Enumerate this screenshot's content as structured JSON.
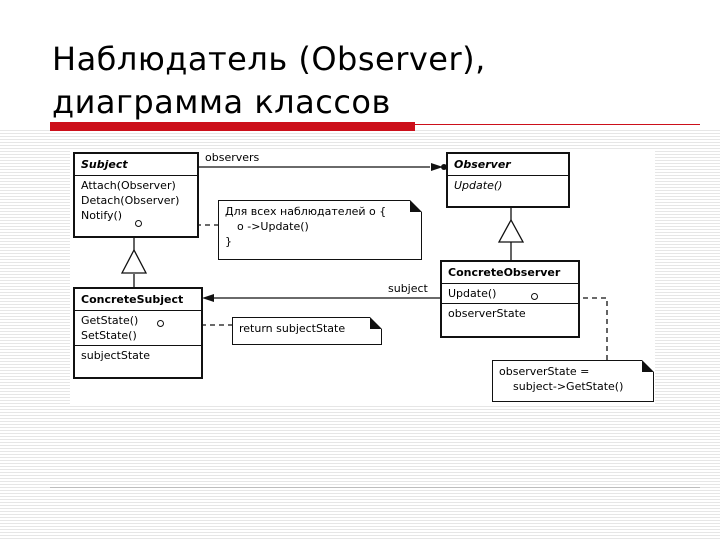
{
  "slide": {
    "title_line1": "Наблюдатель (Observer),",
    "title_line2": "диаграмма классов"
  },
  "diagram": {
    "subject": {
      "name": "Subject",
      "operations": [
        "Attach(Observer)",
        "Detach(Observer)",
        "Notify()"
      ]
    },
    "observer": {
      "name": "Observer",
      "operations": [
        "Update()"
      ]
    },
    "concrete_subject": {
      "name": "ConcreteSubject",
      "operations": [
        "GetState()",
        "SetState()"
      ],
      "attributes": [
        "subjectState"
      ]
    },
    "concrete_observer": {
      "name": "ConcreteObserver",
      "operations": [
        "Update()"
      ],
      "attributes": [
        "observerState"
      ]
    },
    "association_observers": "observers",
    "association_subject": "subject",
    "note_notify": [
      "Для всех наблюдателей o {",
      "o ->Update()",
      "}"
    ],
    "note_getstate": "return subjectState",
    "note_update": [
      "observerState =",
      "subject->GetState()"
    ]
  }
}
